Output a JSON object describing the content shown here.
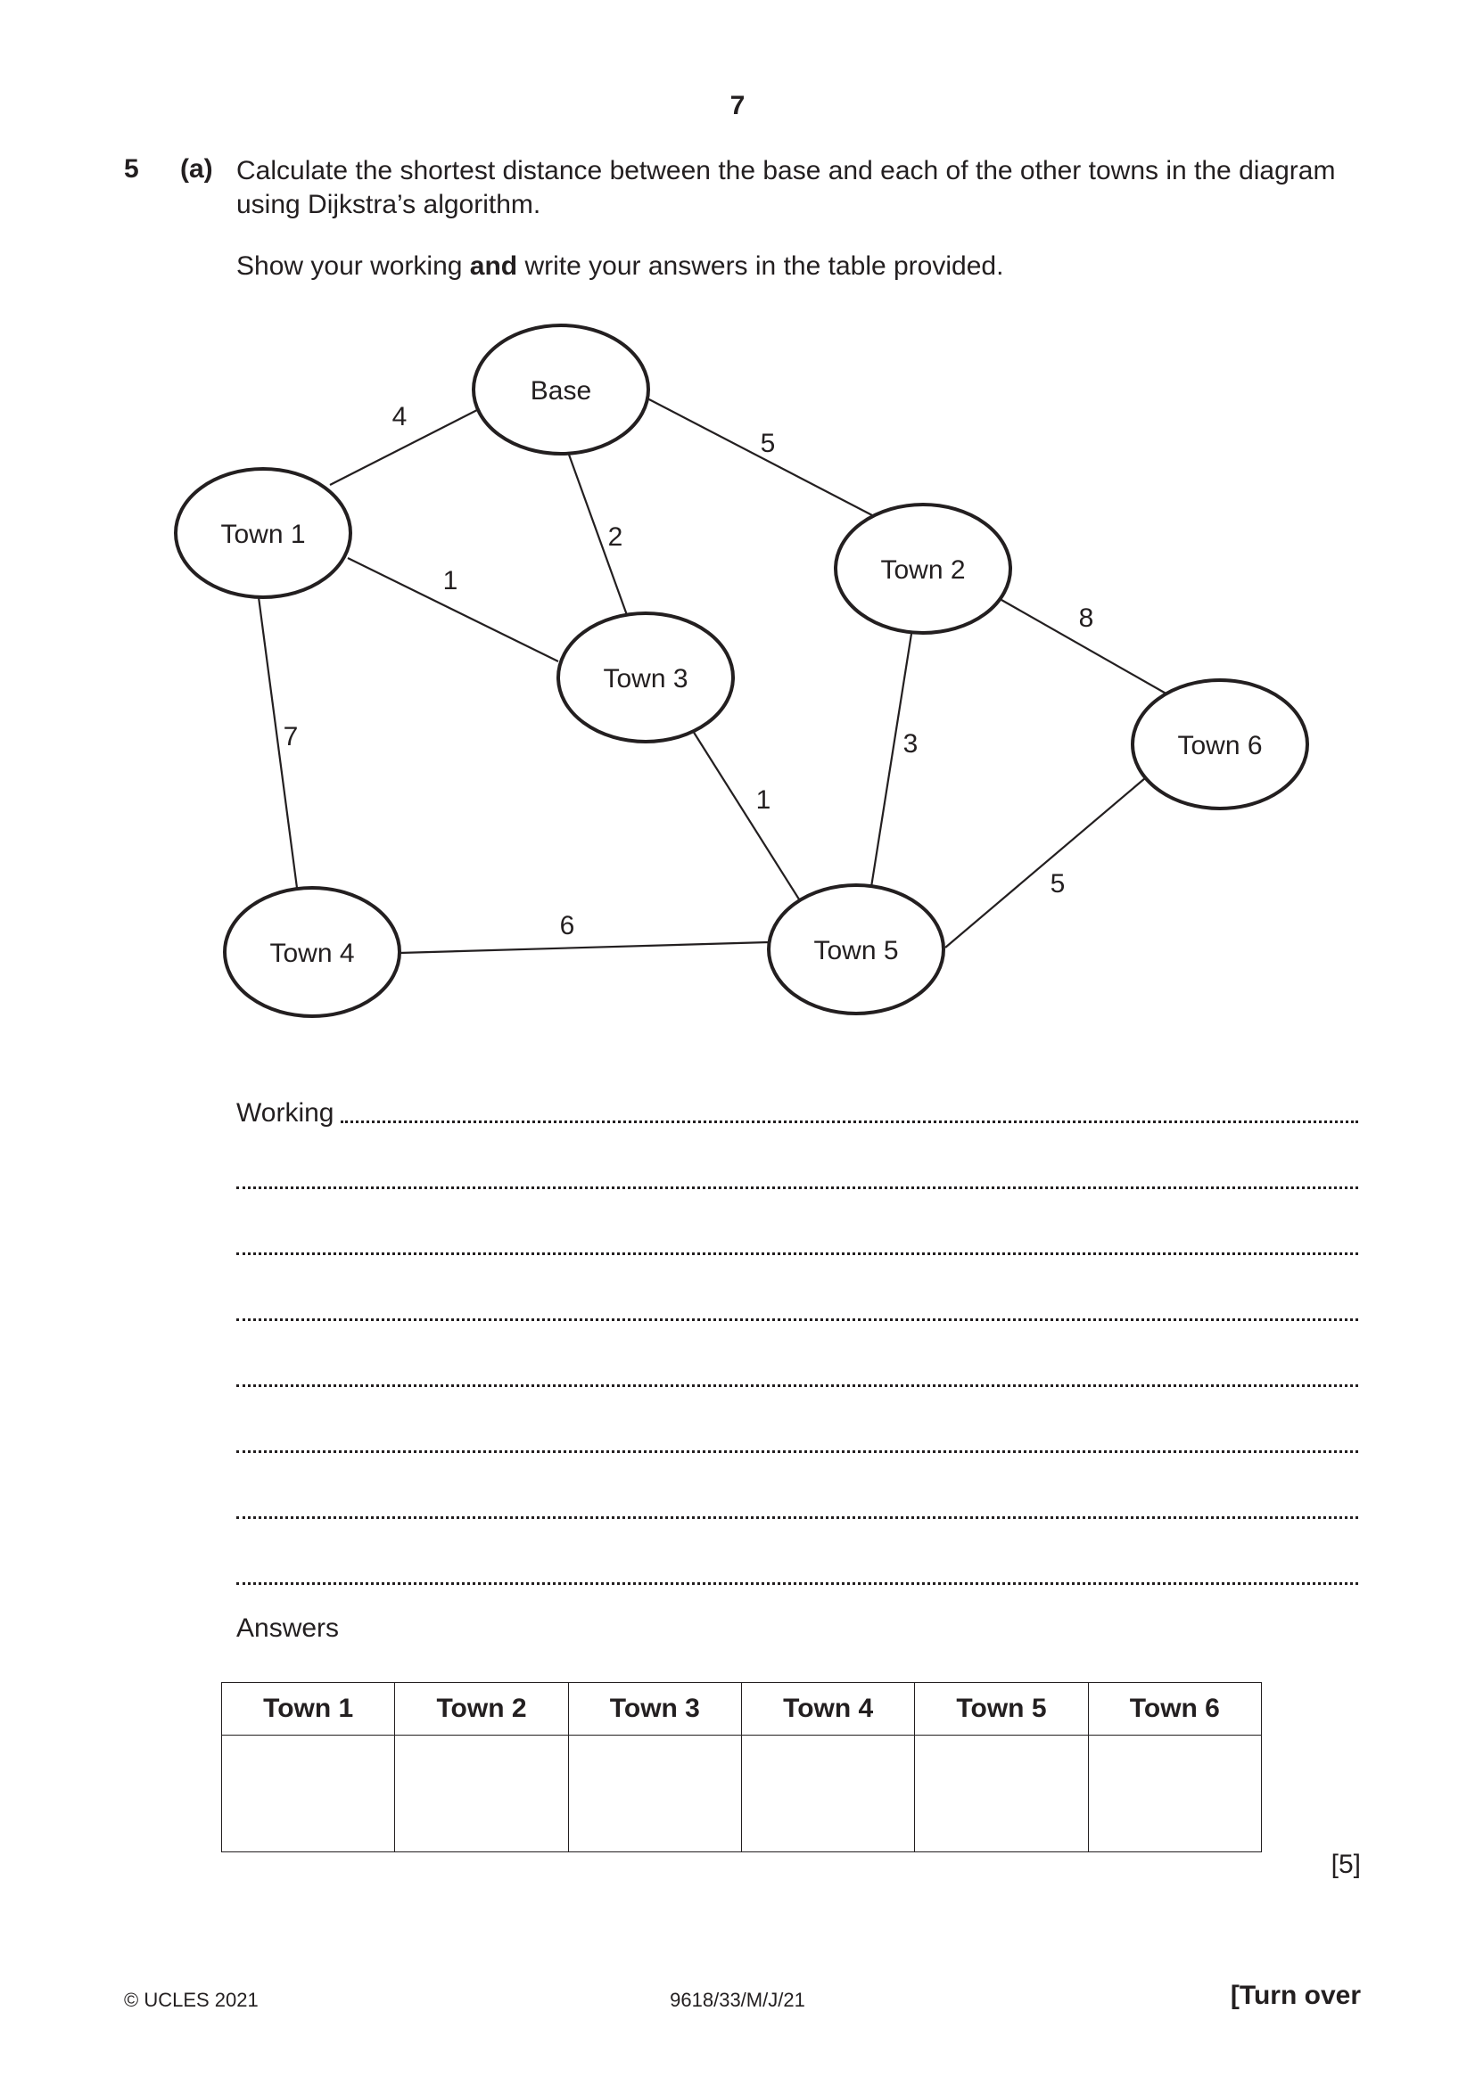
{
  "page": {
    "number": "7",
    "question_number": "5",
    "part": "(a)",
    "text": "Calculate the shortest distance between the base and each of the other towns in the diagram using Dijkstra’s algorithm.",
    "instruction_before": "Show your working ",
    "instruction_bold": "and",
    "instruction_after": " write your answers in the table provided."
  },
  "diagram": {
    "nodes": [
      "Base",
      "Town 1",
      "Town 2",
      "Town 3",
      "Town 4",
      "Town 5",
      "Town 6"
    ],
    "edges": [
      {
        "from": "Base",
        "to": "Town 1",
        "weight": "4"
      },
      {
        "from": "Base",
        "to": "Town 3",
        "weight": "2"
      },
      {
        "from": "Base",
        "to": "Town 2",
        "weight": "5"
      },
      {
        "from": "Town 1",
        "to": "Town 3",
        "weight": "1"
      },
      {
        "from": "Town 1",
        "to": "Town 4",
        "weight": "7"
      },
      {
        "from": "Town 3",
        "to": "Town 5",
        "weight": "1"
      },
      {
        "from": "Town 2",
        "to": "Town 5",
        "weight": "3"
      },
      {
        "from": "Town 2",
        "to": "Town 6",
        "weight": "8"
      },
      {
        "from": "Town 4",
        "to": "Town 5",
        "weight": "6"
      },
      {
        "from": "Town 5",
        "to": "Town 6",
        "weight": "5"
      }
    ]
  },
  "working": {
    "label": "Working"
  },
  "answers": {
    "label": "Answers",
    "headers": [
      "Town 1",
      "Town 2",
      "Town 3",
      "Town 4",
      "Town 5",
      "Town 6"
    ]
  },
  "marks": "[5]",
  "footer": {
    "copyright": "© UCLES 2021",
    "paper_code": "9618/33/M/J/21",
    "turn_over": "[Turn over"
  }
}
